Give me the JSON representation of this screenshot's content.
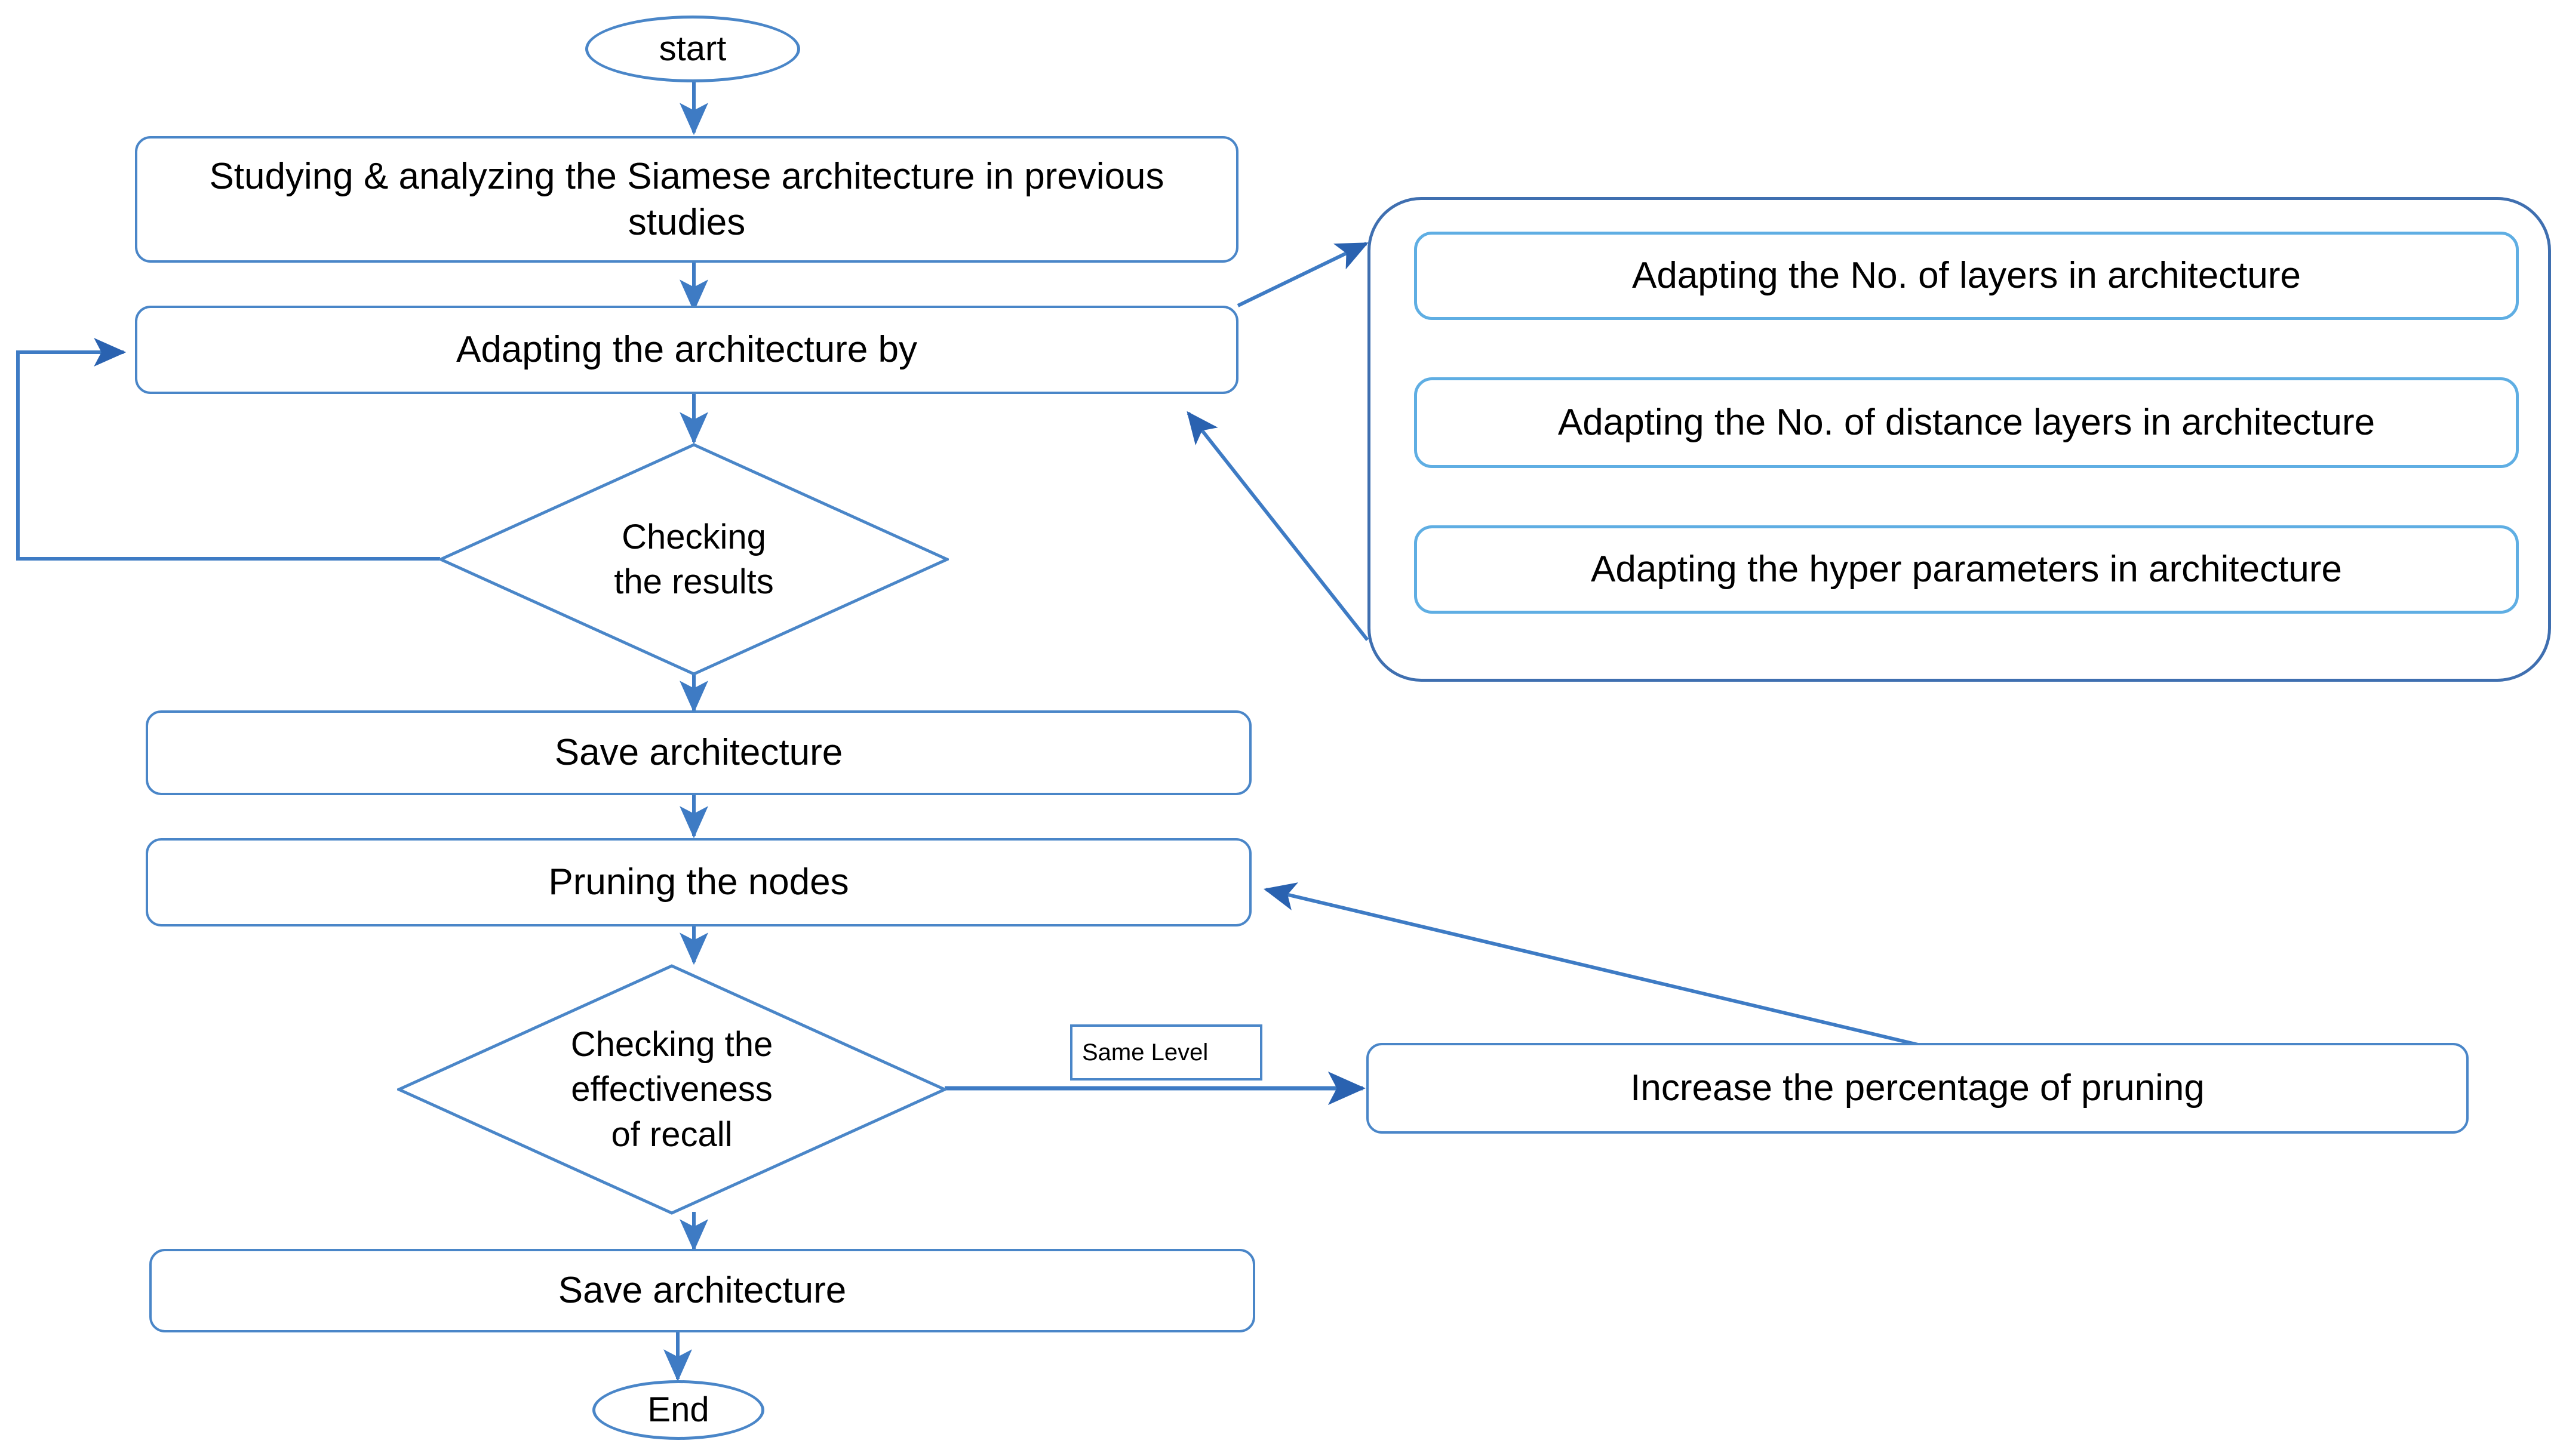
{
  "diagram": {
    "type": "flowchart",
    "title": "Siamese architecture adaptation and pruning workflow",
    "colors": {
      "node_border": "#4A86C8",
      "subnode_border": "#5FAEE3",
      "group_border": "#3F6FB0",
      "edge": "#4A86C8",
      "arrowhead": "#2A62B0",
      "text": "#000000",
      "background": "#ffffff"
    },
    "nodes": {
      "start": {
        "label": "start",
        "shape": "ellipse"
      },
      "study": {
        "label": "Studying & analyzing the Siamese architecture in previous studies",
        "shape": "rounded-rect"
      },
      "adapt": {
        "label": "Adapting the architecture by",
        "shape": "rounded-rect"
      },
      "check_results": {
        "label": "Checking\nthe results",
        "shape": "diamond"
      },
      "save_arch_1": {
        "label": "Save architecture",
        "shape": "rounded-rect"
      },
      "pruning": {
        "label": "Pruning the nodes",
        "shape": "rounded-rect"
      },
      "check_recall": {
        "label": "Checking the\neffectiveness\nof recall",
        "shape": "diamond"
      },
      "increase_pruning": {
        "label": "Increase the percentage of pruning",
        "shape": "rounded-rect"
      },
      "save_arch_2": {
        "label": "Save architecture",
        "shape": "rounded-rect"
      },
      "end": {
        "label": "End",
        "shape": "ellipse"
      }
    },
    "group": {
      "name": "adaptation-options-group",
      "items": [
        {
          "label": "Adapting the No. of layers in architecture"
        },
        {
          "label": "Adapting the No. of distance layers in architecture"
        },
        {
          "label": "Adapting the hyper parameters in architecture"
        }
      ]
    },
    "edge_labels": {
      "same_level": "Same Level"
    },
    "edges": [
      {
        "from": "start",
        "to": "study",
        "label": ""
      },
      {
        "from": "study",
        "to": "adapt",
        "label": ""
      },
      {
        "from": "adapt",
        "to": "adaptation-options-group",
        "label": ""
      },
      {
        "from": "adapt",
        "to": "check_results",
        "label": ""
      },
      {
        "from": "check_results",
        "to": "adapt",
        "label": ""
      },
      {
        "from": "check_results",
        "to": "save_arch_1",
        "label": ""
      },
      {
        "from": "adaptation-options-group",
        "to": "adapt",
        "label": ""
      },
      {
        "from": "save_arch_1",
        "to": "pruning",
        "label": ""
      },
      {
        "from": "pruning",
        "to": "check_recall",
        "label": ""
      },
      {
        "from": "check_recall",
        "to": "increase_pruning",
        "label": "Same Level"
      },
      {
        "from": "increase_pruning",
        "to": "pruning",
        "label": ""
      },
      {
        "from": "check_recall",
        "to": "save_arch_2",
        "label": ""
      },
      {
        "from": "save_arch_2",
        "to": "end",
        "label": ""
      },
      {
        "from": "group_item_1",
        "to": "group_item_2",
        "label": ""
      },
      {
        "from": "group_item_2",
        "to": "group_item_3",
        "label": ""
      }
    ]
  }
}
